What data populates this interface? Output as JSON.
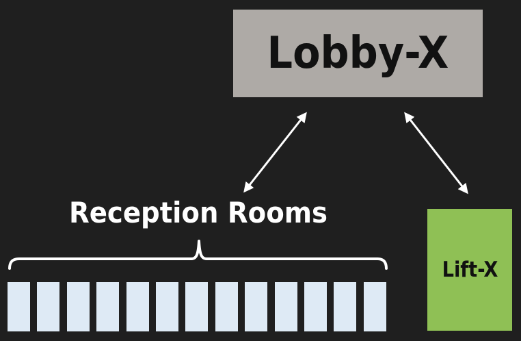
{
  "lobby": {
    "label": "Lobby-X"
  },
  "lift": {
    "label": "Lift-X"
  },
  "rooms": {
    "title": "Reception Rooms",
    "count": 13
  },
  "colors": {
    "background": "#1f1f1f",
    "lobby": "#aeaaa6",
    "lift": "#8fc055",
    "room": "#deeaf5",
    "arrow": "#ffffff"
  }
}
